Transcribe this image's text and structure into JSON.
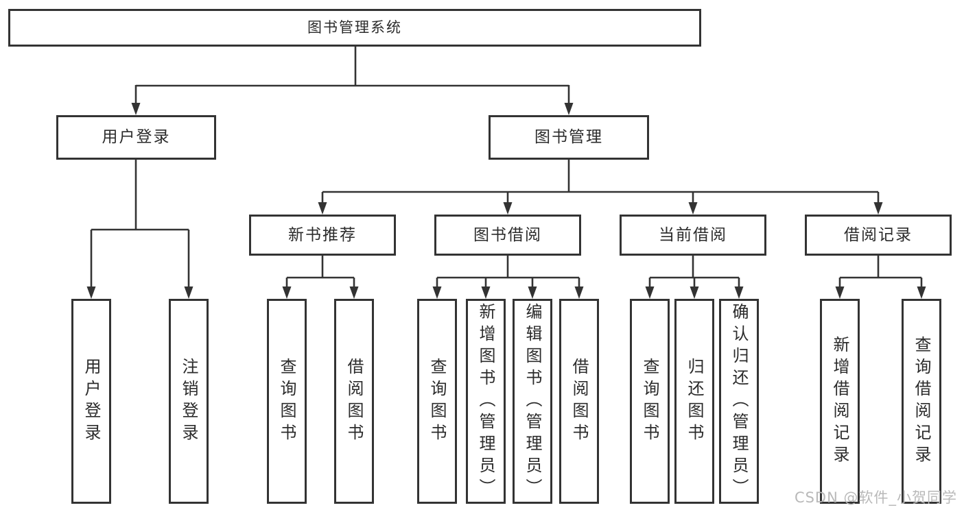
{
  "tree": {
    "root": {
      "label": "图书管理系统"
    },
    "children": [
      {
        "label": "用户登录",
        "children": [
          {
            "label": "用户登录"
          },
          {
            "label": "注销登录"
          }
        ]
      },
      {
        "label": "图书管理",
        "children": [
          {
            "label": "新书推荐",
            "children": [
              {
                "label": "查询图书"
              },
              {
                "label": "借阅图书"
              }
            ]
          },
          {
            "label": "图书借阅",
            "children": [
              {
                "label": "查询图书"
              },
              {
                "label": "新增图书（管理员）"
              },
              {
                "label": "编辑图书（管理员）"
              },
              {
                "label": "借阅图书"
              }
            ]
          },
          {
            "label": "当前借阅",
            "children": [
              {
                "label": "查询图书"
              },
              {
                "label": "归还图书"
              },
              {
                "label": "确认归还（管理员）"
              }
            ]
          },
          {
            "label": "借阅记录",
            "children": [
              {
                "label": "新增借阅记录"
              },
              {
                "label": "查询借阅记录"
              }
            ]
          }
        ]
      }
    ]
  },
  "watermark": {
    "text": "CSDN @软件_小贺同学"
  },
  "colors": {
    "line": "#333333",
    "text": "#2b2b2b",
    "background": "#ffffff",
    "watermark": "#b9b9b9"
  }
}
